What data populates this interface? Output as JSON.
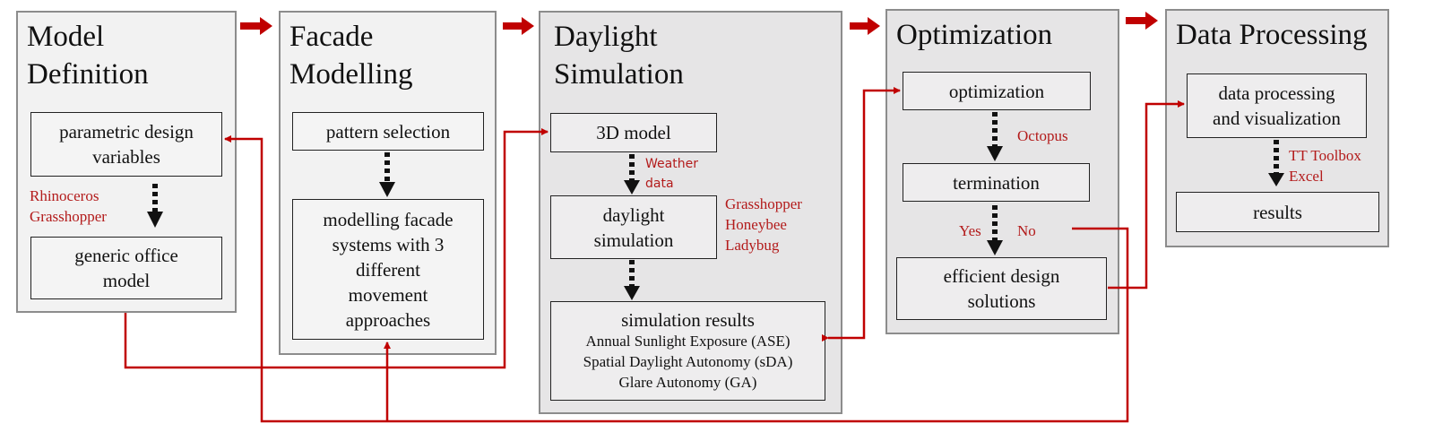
{
  "panels": {
    "model_definition": "Model\nDefinition",
    "facade_modelling": "Facade\nModelling",
    "daylight_simulation": "Daylight\nSimulation",
    "optimization": "Optimization",
    "data_processing": "Data Processing"
  },
  "boxes": {
    "parametric_design_variables": "parametric design\nvariables",
    "generic_office_model": "generic office\nmodel",
    "pattern_selection": "pattern selection",
    "modelling_facade_systems": "modelling facade\nsystems with 3\ndifferent\nmovement\napproaches",
    "model_3d": "3D model",
    "daylight_simulation": "daylight\nsimulation",
    "simulation_results": {
      "head": "simulation results",
      "lines": [
        "Annual Sunlight Exposure (ASE)",
        "Spatial Daylight Autonomy (sDA)",
        "Glare Autonomy (GA)"
      ]
    },
    "optimization": "optimization",
    "termination": "termination",
    "efficient_design_solutions": "efficient design\nsolutions",
    "data_processing_visualization": "data processing\nand visualization",
    "results": "results"
  },
  "tools": {
    "model_definition": "Rhinoceros\nGrasshopper",
    "weather": "Weather\ndata",
    "daylight": "Grasshopper\nHoneybee\nLadybug",
    "octopus": "Octopus",
    "yes": "Yes",
    "no": "No",
    "data_processing": "TT Toolbox\nExcel"
  },
  "colors": {
    "flow_arrow": "#c00000",
    "connector": "#c00000",
    "tool_text": "#b31b1b",
    "dashed_arrow": "#111111",
    "panel_border": "#8c8c8c"
  }
}
